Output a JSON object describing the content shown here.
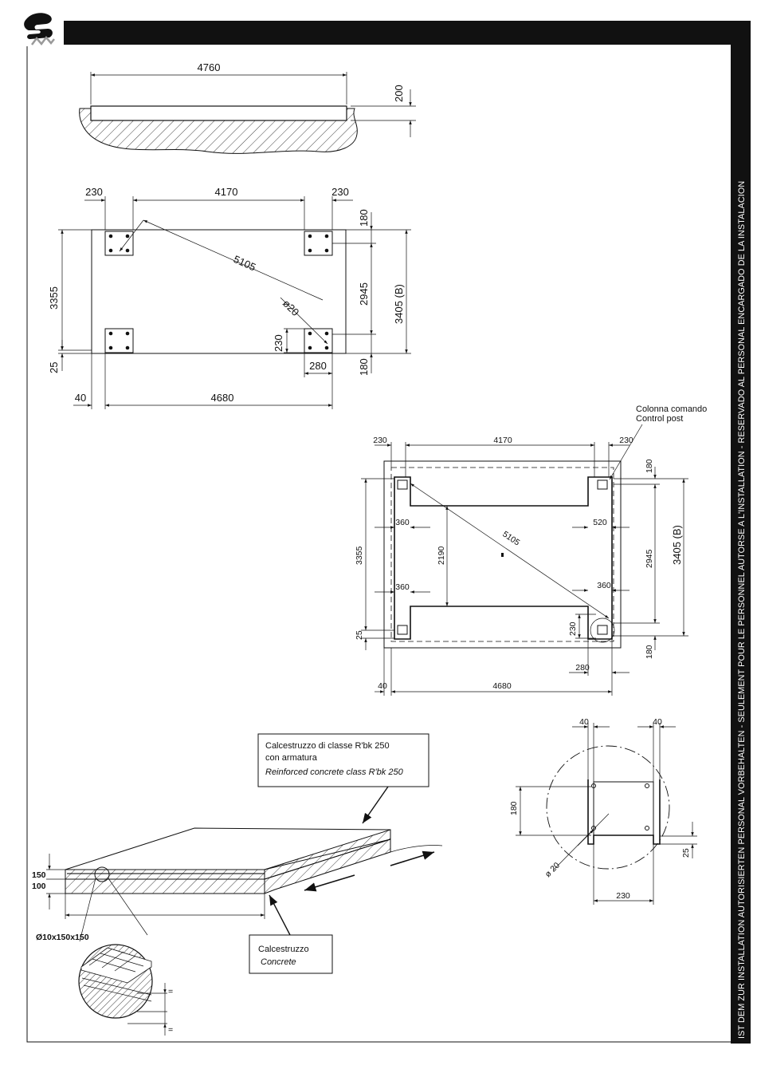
{
  "side_banner": "IST DEM ZUR INSTALLATION AUTORISIERTEN PERSONAL VORBEHALTEN - SEULEMENT POUR LE PERSONNEL AUTORSE A L'INSTALLATION - RESERVADO AL PERSONAL ENCARGADO DE LA INSTALACION",
  "section_view": {
    "length": "4760",
    "thickness": "200"
  },
  "plan_view": {
    "left_offset": "230",
    "span": "4170",
    "right_offset": "230",
    "top_edge": "180",
    "bottom_edge": "180",
    "span_y": "2945",
    "overall_y": "3405 (B)",
    "height": "3355",
    "edge": "25",
    "diagonal": "5105",
    "hole_diameter": "ø20",
    "plate_height": "230",
    "plate_width": "280",
    "left_margin": "40",
    "base_length": "4680"
  },
  "pit_view": {
    "left_offset": "230",
    "span": "4170",
    "right_offset": "230",
    "top_edge": "180",
    "bottom_edge": "180",
    "span_y": "2945",
    "overall_y": "3405 (B)",
    "height": "3355",
    "edge": "25",
    "channel_top_left": "360",
    "channel_top_right": "520",
    "channel_bottom_left": "360",
    "channel_bottom_right": "360",
    "inner_height": "2190",
    "diagonal": "5105",
    "plate_height": "230",
    "plate_width": "280",
    "left_margin": "40",
    "base_length": "4680",
    "control_post_it": "Colonna comando",
    "control_post_en": "Control post"
  },
  "detail_view": {
    "margin_left": "40",
    "margin_right": "40",
    "height": "180",
    "edge": "25",
    "hole_diameter": "ø 20",
    "width": "230"
  },
  "slab_view": {
    "callout_top_line1": "Calcestruzzo di classe R'bk 250",
    "callout_top_line2": "con armatura",
    "callout_top_line3": "Reinforced concrete class R'bk 250",
    "callout_bottom_line1": "Calcestruzzo",
    "callout_bottom_line2": "Concrete",
    "layer_top": "150",
    "layer_bottom": "100",
    "mesh": "Ø10x150x150",
    "equal_1": "=",
    "equal_2": "="
  }
}
